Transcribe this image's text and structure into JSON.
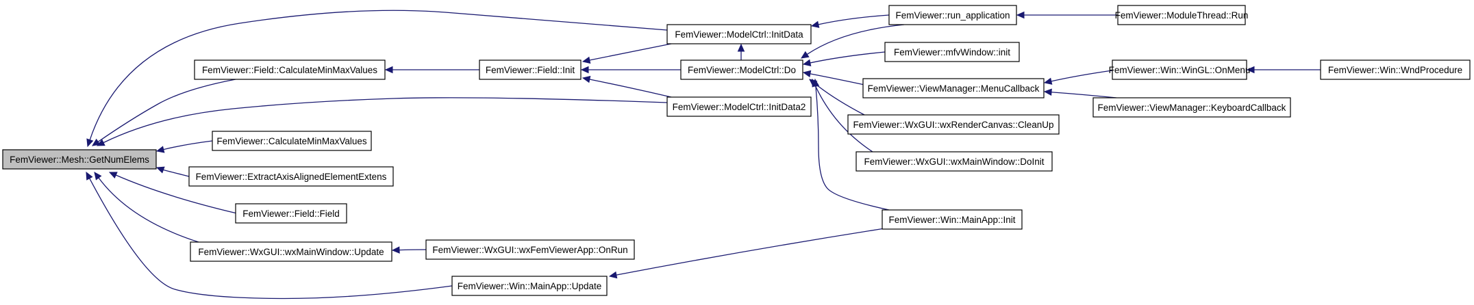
{
  "graph": {
    "colors": {
      "edge": "#191970",
      "node_fill": "#ffffff",
      "focus_fill": "#bfbfbf",
      "node_border": "#000000"
    },
    "nodes": [
      {
        "id": "n0",
        "label": "FemViewer::Mesh::GetNumElems",
        "focus": true
      },
      {
        "id": "n1",
        "label": "FemViewer::Field::CalculateMinMaxValues"
      },
      {
        "id": "n2",
        "label": "FemViewer::Field::Init"
      },
      {
        "id": "n3",
        "label": "FemViewer::ModelCtrl::InitData"
      },
      {
        "id": "n4",
        "label": "FemViewer::run_application"
      },
      {
        "id": "n5",
        "label": "FemViewer::ModuleThread::Run"
      },
      {
        "id": "n6",
        "label": "FemViewer::mfvWindow::init"
      },
      {
        "id": "n7",
        "label": "FemViewer::ModelCtrl::Do"
      },
      {
        "id": "n8",
        "label": "FemViewer::ViewManager::MenuCallback"
      },
      {
        "id": "n9",
        "label": "FemViewer::Win::WinGL::OnMenu"
      },
      {
        "id": "n10",
        "label": "FemViewer::Win::WndProcedure"
      },
      {
        "id": "n11",
        "label": "FemViewer::ViewManager::KeyboardCallback"
      },
      {
        "id": "n12",
        "label": "FemViewer::ModelCtrl::InitData2"
      },
      {
        "id": "n13",
        "label": "FemViewer::WxGUI::wxRenderCanvas::CleanUp"
      },
      {
        "id": "n14",
        "label": "FemViewer::CalculateMinMaxValues"
      },
      {
        "id": "n15",
        "label": "FemViewer::WxGUI::wxMainWindow::DoInit"
      },
      {
        "id": "n16",
        "label": "FemViewer::ExtractAxisAlignedElementExtens"
      },
      {
        "id": "n17",
        "label": "FemViewer::Field::Field"
      },
      {
        "id": "n18",
        "label": "FemViewer::Win::MainApp::Init"
      },
      {
        "id": "n19",
        "label": "FemViewer::WxGUI::wxMainWindow::Update"
      },
      {
        "id": "n20",
        "label": "FemViewer::WxGUI::wxFemViewerApp::OnRun"
      },
      {
        "id": "n21",
        "label": "FemViewer::Win::MainApp::Update"
      }
    ],
    "edges": [
      {
        "from": "n3",
        "to": "n0"
      },
      {
        "from": "n1",
        "to": "n0"
      },
      {
        "from": "n12",
        "to": "n0"
      },
      {
        "from": "n14",
        "to": "n0"
      },
      {
        "from": "n16",
        "to": "n0"
      },
      {
        "from": "n17",
        "to": "n0"
      },
      {
        "from": "n19",
        "to": "n0"
      },
      {
        "from": "n21",
        "to": "n0"
      },
      {
        "from": "n2",
        "to": "n1"
      },
      {
        "from": "n3",
        "to": "n2"
      },
      {
        "from": "n7",
        "to": "n2"
      },
      {
        "from": "n12",
        "to": "n2"
      },
      {
        "from": "n7",
        "to": "n3"
      },
      {
        "from": "n4",
        "to": "n3"
      },
      {
        "from": "n5",
        "to": "n4"
      },
      {
        "from": "n4",
        "to": "n7"
      },
      {
        "from": "n6",
        "to": "n7"
      },
      {
        "from": "n8",
        "to": "n7"
      },
      {
        "from": "n13",
        "to": "n7"
      },
      {
        "from": "n15",
        "to": "n7"
      },
      {
        "from": "n18",
        "to": "n7"
      },
      {
        "from": "n9",
        "to": "n8"
      },
      {
        "from": "n11",
        "to": "n8"
      },
      {
        "from": "n10",
        "to": "n9"
      },
      {
        "from": "n20",
        "to": "n19"
      },
      {
        "from": "n18",
        "to": "n21"
      }
    ]
  }
}
